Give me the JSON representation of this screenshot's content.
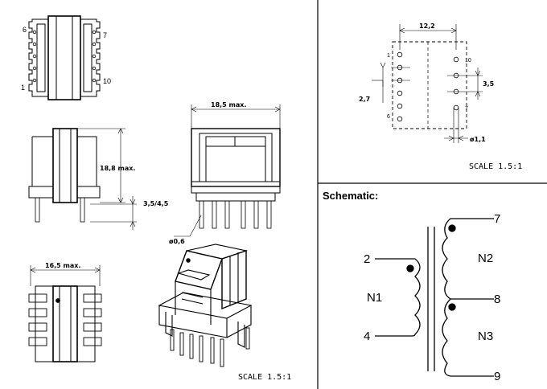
{
  "scale_label": "SCALE 1.5:1",
  "top_view": {
    "pin_labels": [
      "6",
      "7",
      "1",
      "10"
    ]
  },
  "side_view": {
    "height_dim": "18,8 max.",
    "lead_dim": "3,5/4,5"
  },
  "front_view": {
    "width_dim": "18,5 max.",
    "pin_dia": "ø0,6"
  },
  "bottom_view": {
    "width_dim": "16,5 max."
  },
  "footprint": {
    "spacing_dim": "12,2",
    "pitch_dim": "2,7",
    "row_dim": "3,5",
    "hole_dim": "ø1,1",
    "pin_labels": [
      "1",
      "6",
      "10",
      "7"
    ]
  },
  "schematic": {
    "title": "Schematic:",
    "pins": [
      "2",
      "4",
      "7",
      "8",
      "9"
    ],
    "windings": [
      "N1",
      "N2",
      "N3"
    ]
  }
}
